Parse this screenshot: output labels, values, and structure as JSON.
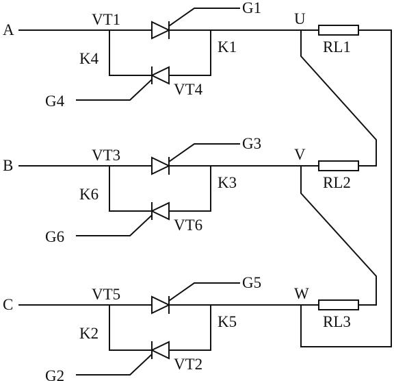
{
  "colors": {
    "line": "#111111",
    "background": "#ffffff"
  },
  "phases": [
    {
      "input": "A",
      "upper_thyristor": "VT1",
      "upper_gate": "G1",
      "upper_node": "K1",
      "lower_thyristor": "VT4",
      "lower_gate": "G4",
      "lower_node": "K4",
      "output": "U",
      "load": "RL1"
    },
    {
      "input": "B",
      "upper_thyristor": "VT3",
      "upper_gate": "G3",
      "upper_node": "K3",
      "lower_thyristor": "VT6",
      "lower_gate": "G6",
      "lower_node": "K6",
      "output": "V",
      "load": "RL2"
    },
    {
      "input": "C",
      "upper_thyristor": "VT5",
      "upper_gate": "G5",
      "upper_node": "K5",
      "lower_thyristor": "VT2",
      "lower_gate": "G2",
      "lower_node": "K2",
      "output": "W",
      "load": "RL3"
    }
  ]
}
